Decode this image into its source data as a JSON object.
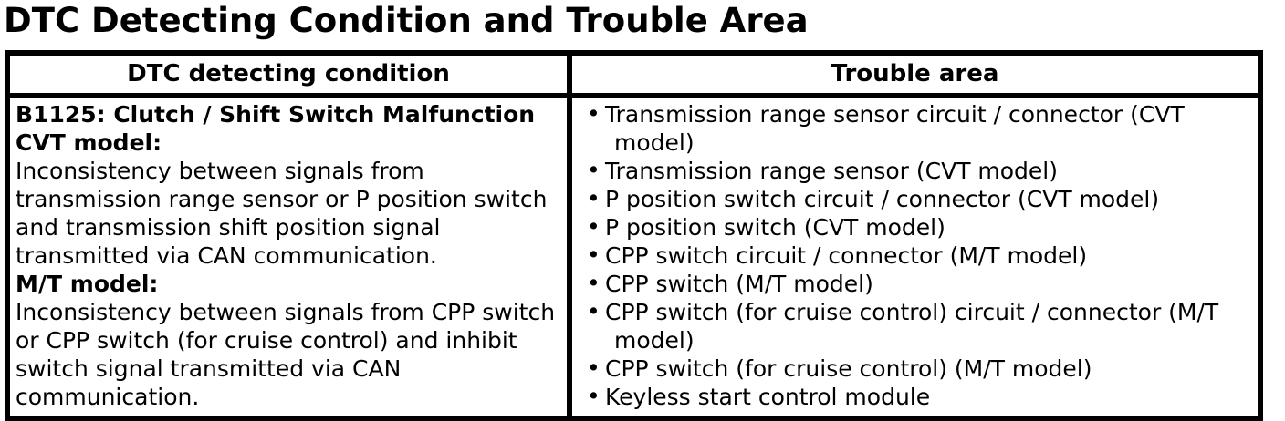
{
  "page_title": "DTC Detecting Condition and Trouble Area",
  "table": {
    "headers": {
      "condition": "DTC detecting condition",
      "trouble": "Trouble area"
    },
    "condition": {
      "dtc_heading": "B1125: Clutch / Shift Switch Malfunction",
      "cvt_label": "CVT model:",
      "cvt_text": "Inconsistency between signals from transmission range sensor or P position switch and transmission shift position signal transmitted via CAN communication.",
      "mt_label": "M/T model:",
      "mt_text": "Inconsistency between signals from CPP switch or CPP switch (for cruise control) and inhibit switch signal transmitted via CAN communication."
    },
    "trouble_areas": [
      "Transmission range sensor circuit / connector (CVT model)",
      "Transmission range sensor (CVT model)",
      "P position switch circuit / connector (CVT model)",
      "P position switch (CVT model)",
      "CPP switch circuit / connector (M/T model)",
      "CPP switch (M/T model)",
      "CPP switch (for cruise control) circuit / connector (M/T model)",
      "CPP switch (for cruise control) (M/T model)",
      "Keyless start control module"
    ]
  },
  "colors": {
    "text": "#000000",
    "background": "#ffffff",
    "border": "#000000"
  }
}
